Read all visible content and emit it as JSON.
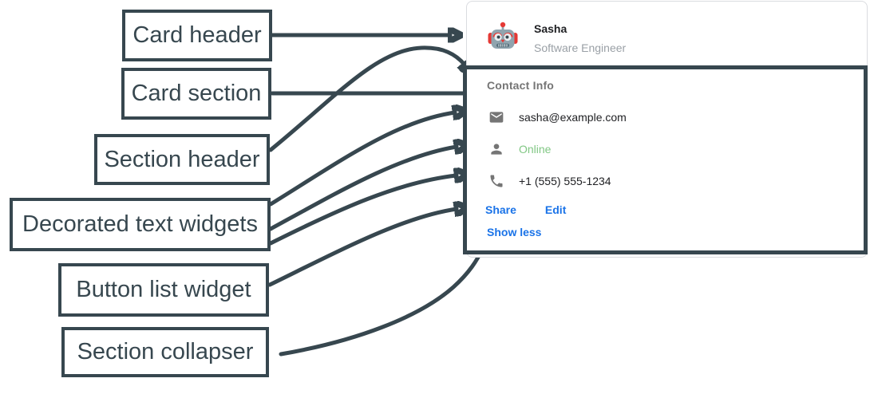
{
  "diagram": {
    "labels": [
      {
        "text": "Card header"
      },
      {
        "text": "Card section"
      },
      {
        "text": "Section header"
      },
      {
        "text": "Decorated text widgets"
      },
      {
        "text": "Button list widget"
      },
      {
        "text": "Section collapser"
      }
    ],
    "arrow_color": "#37474f"
  },
  "card": {
    "header": {
      "name": "Sasha",
      "subtitle": "Software Engineer",
      "avatar_icon": "robot-avatar"
    },
    "section": {
      "title": "Contact Info",
      "rows": [
        {
          "icon": "email-icon",
          "text": "sasha@example.com",
          "color": "#202124"
        },
        {
          "icon": "person-icon",
          "text": "Online",
          "color": "#81c784"
        },
        {
          "icon": "phone-icon",
          "text": "+1 (555) 555-1234",
          "color": "#202124"
        }
      ],
      "buttons": [
        {
          "label": "Share"
        },
        {
          "label": "Edit"
        }
      ],
      "collapser": {
        "label": "Show less"
      }
    },
    "colors": {
      "link_blue": "#1a73e8",
      "online_green": "#81c784",
      "muted_gray": "#757575",
      "border_gray": "#dadce0"
    }
  }
}
